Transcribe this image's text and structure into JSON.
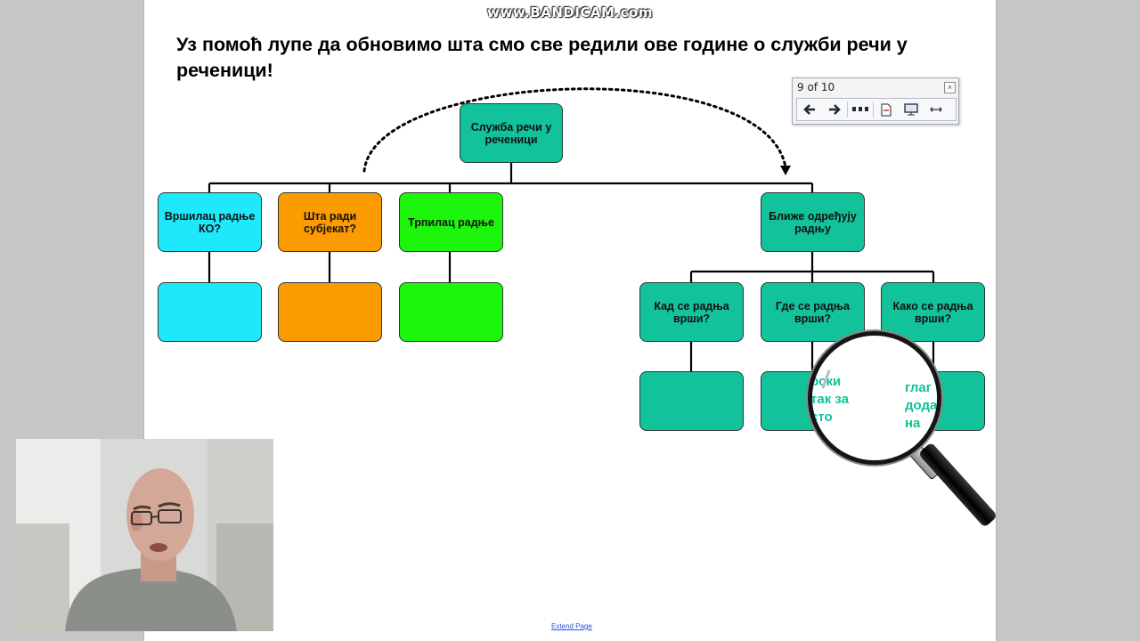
{
  "watermark": "www.BANDICAM.com",
  "title": "Уз помоћ лупе да обновимо шта смо све редили ове године о служби речи у реченици!",
  "diagram": {
    "root": "Служба речи у реченици",
    "level1": [
      {
        "label": "Вршилац радње КО?",
        "color": "#1de9fb"
      },
      {
        "label": "Шта ради субјекат?",
        "color": "#fb9b00"
      },
      {
        "label": "Трпилац радње",
        "color": "#1df50d"
      },
      {
        "label": "Ближе одређују радњу",
        "color": "#12c29a"
      }
    ],
    "level2": [
      {
        "label": "Кад се радња врши?"
      },
      {
        "label": "Где се радња врши?"
      },
      {
        "label": "Како се радња врши?"
      }
    ]
  },
  "lens": {
    "text_left": "рски\nтак за\nсто",
    "text_right": "глаг\nдода\nна"
  },
  "navbar": {
    "page_count": "9 of 10",
    "close_label": "×"
  },
  "extend_link": "Extend Page",
  "icons": [
    "arrow-left-icon",
    "arrow-right-icon",
    "grid-dots-icon",
    "page-icon",
    "screen-icon",
    "width-icon",
    "magnifier-icon",
    "close-icon"
  ]
}
